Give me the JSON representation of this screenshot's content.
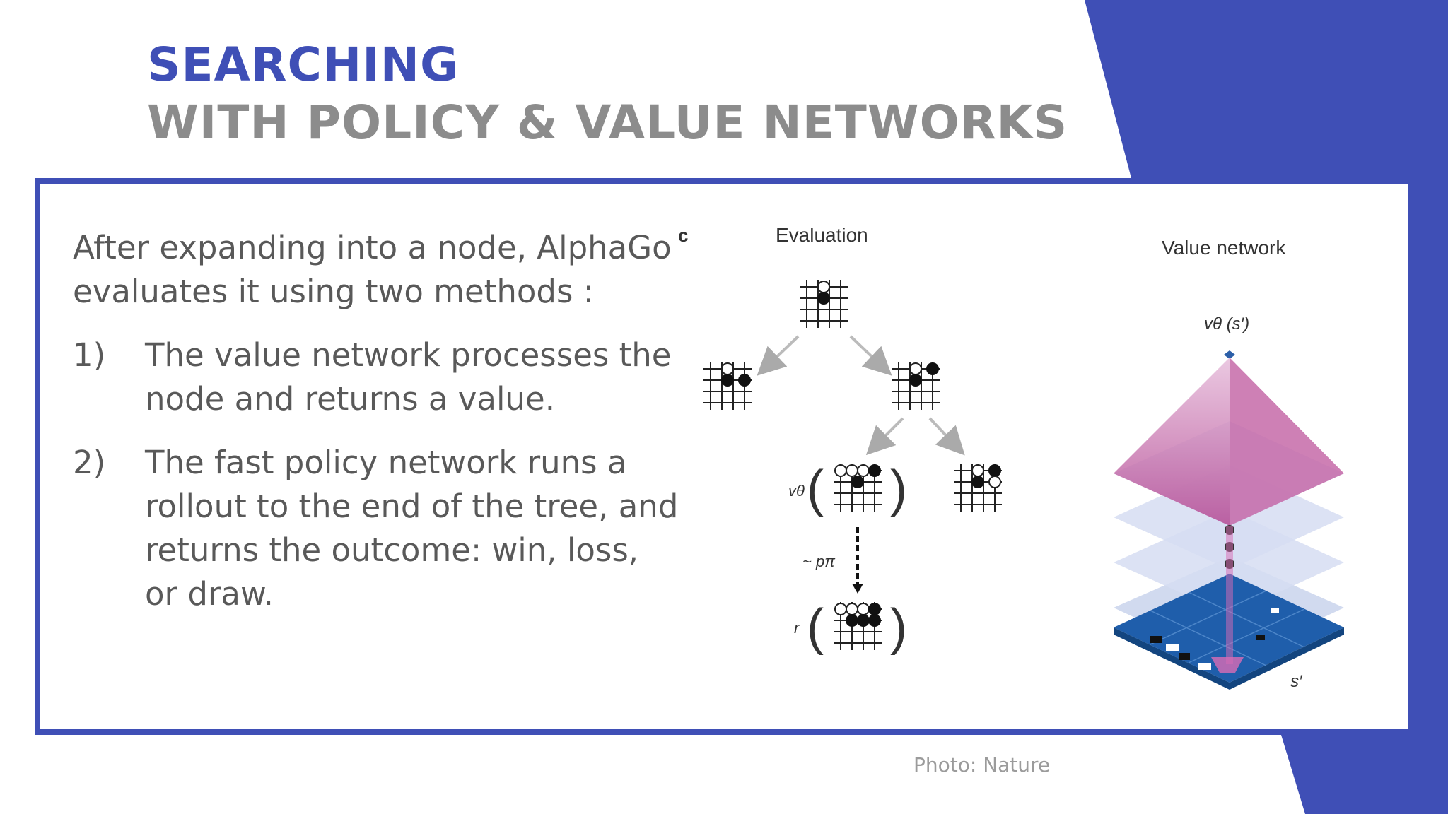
{
  "colors": {
    "accent": "#3f4fb6",
    "title_primary": "#3f4fb6",
    "title_secondary": "#8c8c8c",
    "body_text": "#595959"
  },
  "slide": {
    "title_line1": "SEARCHING",
    "title_line2": "WITH POLICY & VALUE NETWORKS",
    "intro": "After expanding into a node, AlphaGo evaluates it using two methods :",
    "list": [
      {
        "number": "1)",
        "text": "The value network processes the node and returns a value."
      },
      {
        "number": "2)",
        "text": "The fast policy network runs a rollout to the end of the tree, and returns the outcome: win, loss, or draw."
      }
    ],
    "credit": "Photo: Nature"
  },
  "figure": {
    "panel_label": "c",
    "evaluation_label": "Evaluation",
    "value_network_label": "Value network",
    "value_fn_label": "vθ (s′)",
    "v_theta_label": "vθ",
    "p_pi_label": "~ pπ",
    "r_label": "r",
    "s_prime_label": "s′"
  }
}
